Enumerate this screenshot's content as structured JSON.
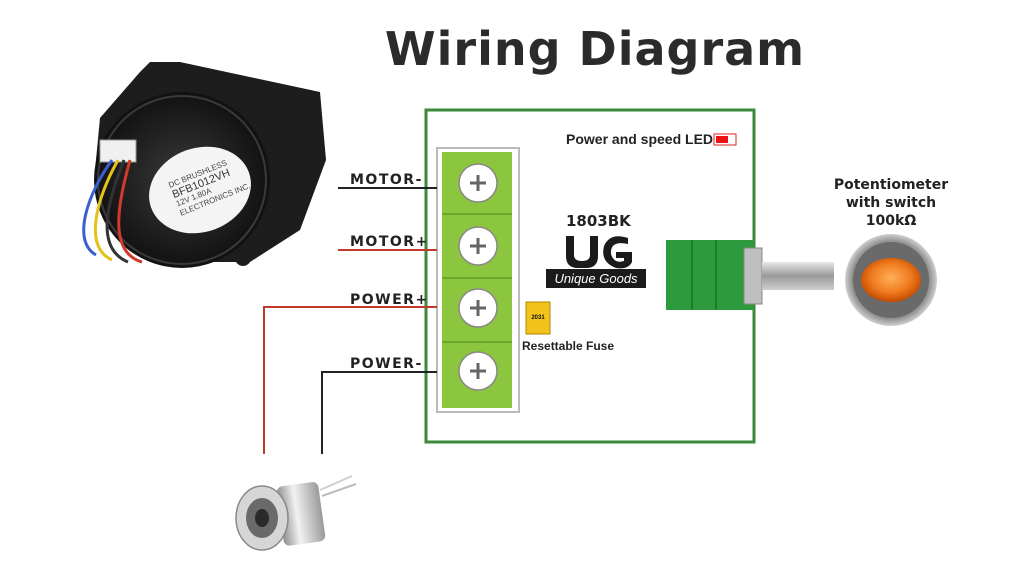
{
  "title": "Wiring Diagram",
  "wires": [
    {
      "label": "MOTOR-",
      "color": "#222222"
    },
    {
      "label": "MOTOR+",
      "color": "#c0392b"
    },
    {
      "label": "POWER+",
      "color": "#c0392b"
    },
    {
      "label": "POWER-",
      "color": "#222222"
    }
  ],
  "board": {
    "led_label": "Power and speed LED",
    "model": "1803BK",
    "logo_text": "Unique Goods",
    "fuse_label": "Resettable Fuse",
    "fuse_code": "2031",
    "border_color": "#3a8a3a",
    "terminal_color": "#8cc63f"
  },
  "potentiometer": {
    "label_line1": "Potentiometer",
    "label_line2": "with switch",
    "label_line3": "100kΩ",
    "knob_color": "#f07b1f"
  },
  "fan": {
    "line1": "DC BRUSHLESS",
    "model": "BFB1012VH",
    "line3": "12V 1.80A",
    "line4": "ELECTRONICS INC."
  },
  "logo": {
    "mark": "UG"
  }
}
